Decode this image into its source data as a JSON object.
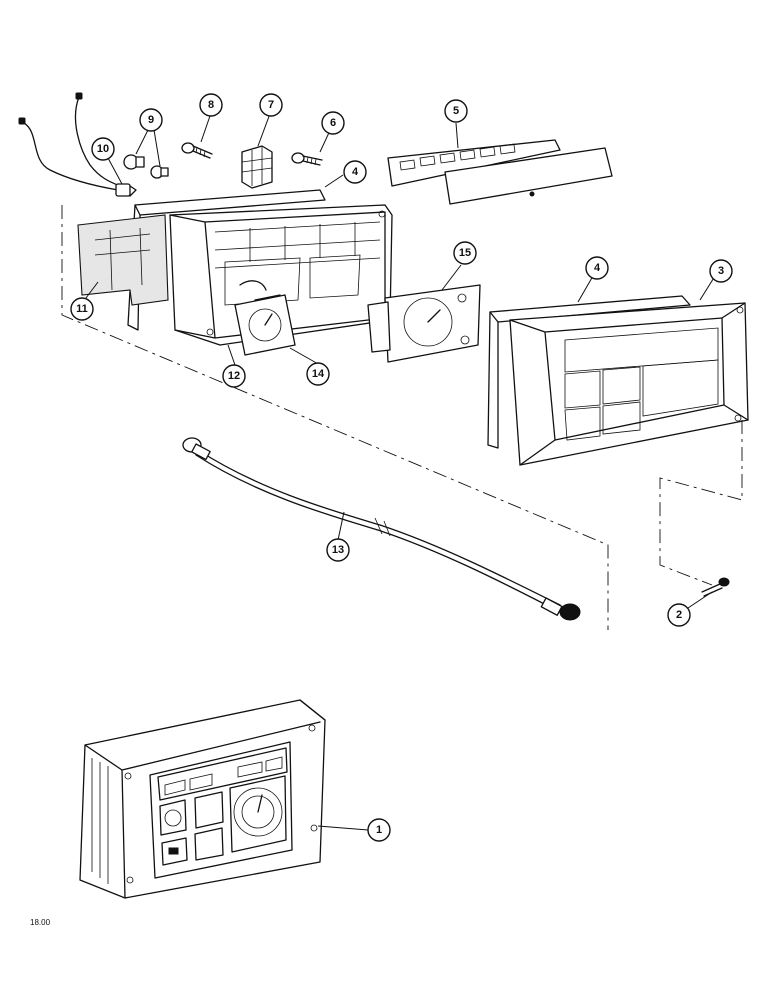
{
  "figure_code": "18.00",
  "callouts": [
    {
      "id": "c1",
      "label": "1"
    },
    {
      "id": "c2",
      "label": "2"
    },
    {
      "id": "c3",
      "label": "3"
    },
    {
      "id": "c4a",
      "label": "4"
    },
    {
      "id": "c4b",
      "label": "4"
    },
    {
      "id": "c5",
      "label": "5"
    },
    {
      "id": "c6",
      "label": "6"
    },
    {
      "id": "c7",
      "label": "7"
    },
    {
      "id": "c8",
      "label": "8"
    },
    {
      "id": "c9",
      "label": "9"
    },
    {
      "id": "c10",
      "label": "10"
    },
    {
      "id": "c11",
      "label": "11"
    },
    {
      "id": "c12",
      "label": "12"
    },
    {
      "id": "c13",
      "label": "13"
    },
    {
      "id": "c14",
      "label": "14"
    },
    {
      "id": "c15",
      "label": "15"
    }
  ]
}
